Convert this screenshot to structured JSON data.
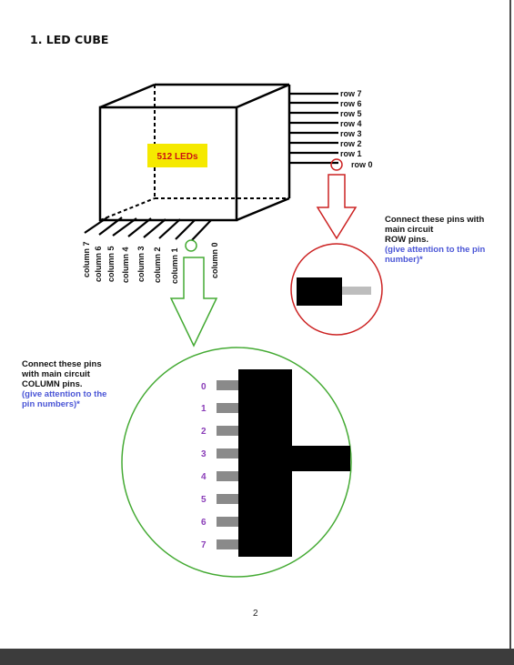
{
  "document": {
    "heading": "1. LED CUBE",
    "cube_label": "512 LEDs",
    "page_number": "2"
  },
  "rows": [
    "row 7",
    "row 6",
    "row 5",
    "row 4",
    "row 3",
    "row 2",
    "row 1",
    "row 0"
  ],
  "columns": [
    "column 7",
    "column 6",
    "column 5",
    "column 4",
    "column 3",
    "column 2",
    "column 1",
    "column 0"
  ],
  "pin_numbers": [
    "0",
    "1",
    "2",
    "3",
    "4",
    "5",
    "6",
    "7"
  ],
  "row_note": {
    "line1": "Connect these pins  with",
    "line2": "main circuit",
    "line3": "ROW pins.",
    "highlight1": "(give attention to the pin",
    "highlight2": "number)*"
  },
  "column_note": {
    "line1": "Connect these pins",
    "line2": "with main circuit",
    "line3": "COLUMN pins.",
    "highlight1": "(give attention to the",
    "highlight2": "pin numbers)*"
  },
  "colors": {
    "row_callout": "#cc2222",
    "column_callout": "#44aa33",
    "pin_number_text": "#8a3db8",
    "note_highlight": "#4a55d6",
    "cube_label_bg": "#f5e900",
    "cube_label_text": "#cc1111",
    "pin_grey": "#8a8a8a"
  }
}
